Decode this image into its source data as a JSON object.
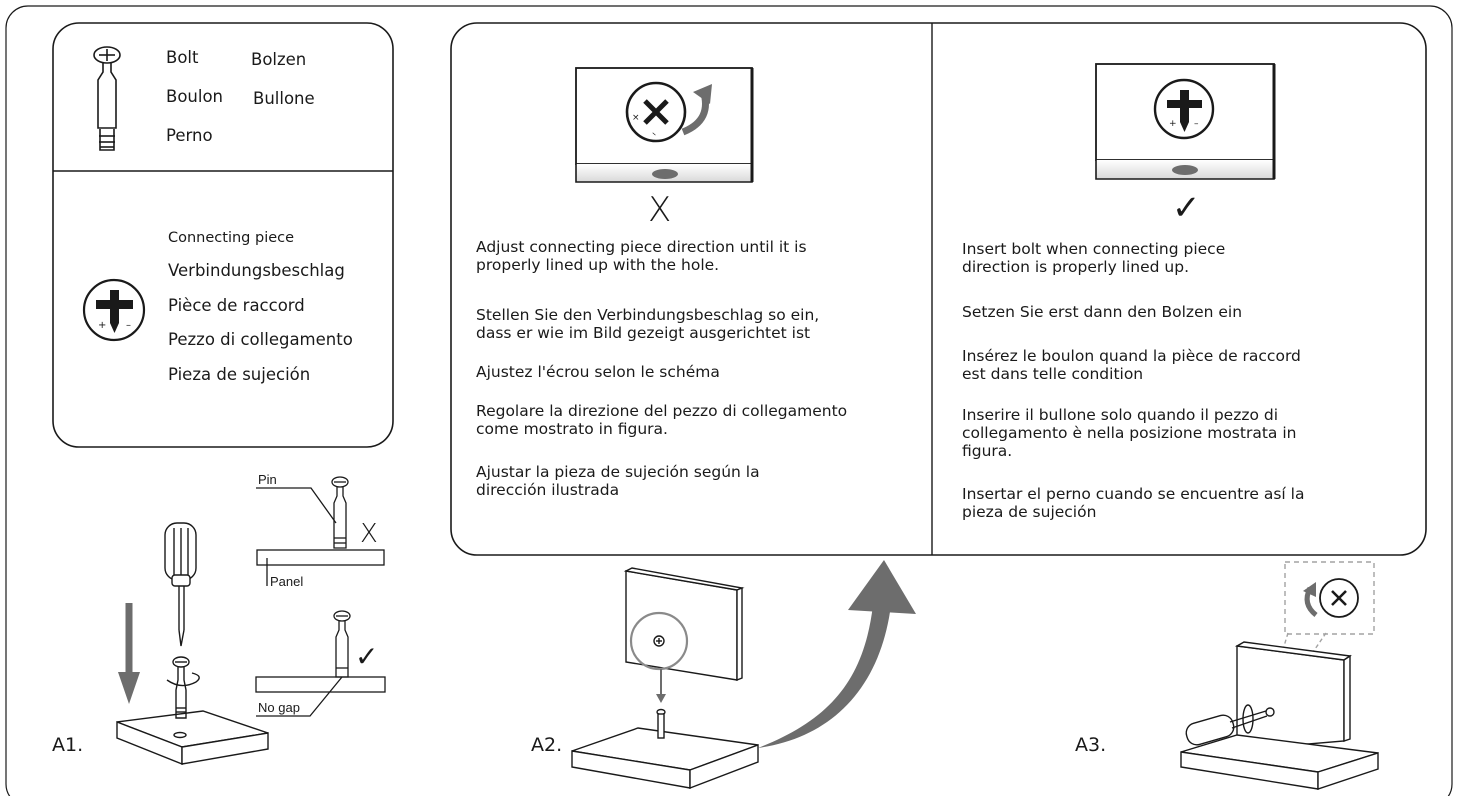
{
  "legend": {
    "bolt_names": [
      "Bolt",
      "Bolzen",
      "Boulon",
      "Bullone",
      "Perno"
    ],
    "connecting_piece_names": [
      "Connecting piece",
      "Verbindungsbeschlag",
      "Pièce de raccord",
      "Pezzo di collegamento",
      "Pieza de sujeción"
    ]
  },
  "wrong_panel": {
    "mark": "X",
    "paragraphs": [
      "Adjust connecting piece direction until it is\nproperly lined up with the hole.",
      "Stellen Sie den Verbindungsbeschlag so ein,\ndass er wie im Bild gezeigt ausgerichtet ist",
      "Ajustez l'écrou selon le schéma",
      "Regolare la direzione del pezzo di collegamento\ncome mostrato in figura.",
      "Ajustar la pieza de sujeción según la\ndirección ilustrada"
    ]
  },
  "right_panel": {
    "mark": "✓",
    "paragraphs": [
      "Insert bolt when connecting piece\ndirection is properly lined up.",
      "Setzen Sie erst dann den Bolzen ein",
      "Insérez le boulon quand la pièce de raccord\nest dans telle condition",
      "Inserire il bullone solo quando il pezzo di\ncollegamento è nella posizione mostrata in\nfigura.",
      "Insertar el perno cuando se encuentre así la\npieza de sujeción"
    ]
  },
  "pin_detail": {
    "pin_label": "Pin",
    "panel_label": "Panel",
    "no_gap_label": "No gap",
    "wrong_mark": "X",
    "right_mark": "✓"
  },
  "steps": {
    "a1": "A1.",
    "a2": "A2.",
    "a3": "A3."
  },
  "colors": {
    "line": "#1a1a1a",
    "arrow_gray": "#6d6d6d",
    "dashed_gray": "#a3a3a3"
  },
  "icons": [
    "bolt-icon",
    "connecting-piece-icon",
    "screwdriver-icon",
    "rotate-arrow-icon",
    "large-arrow-icon"
  ]
}
